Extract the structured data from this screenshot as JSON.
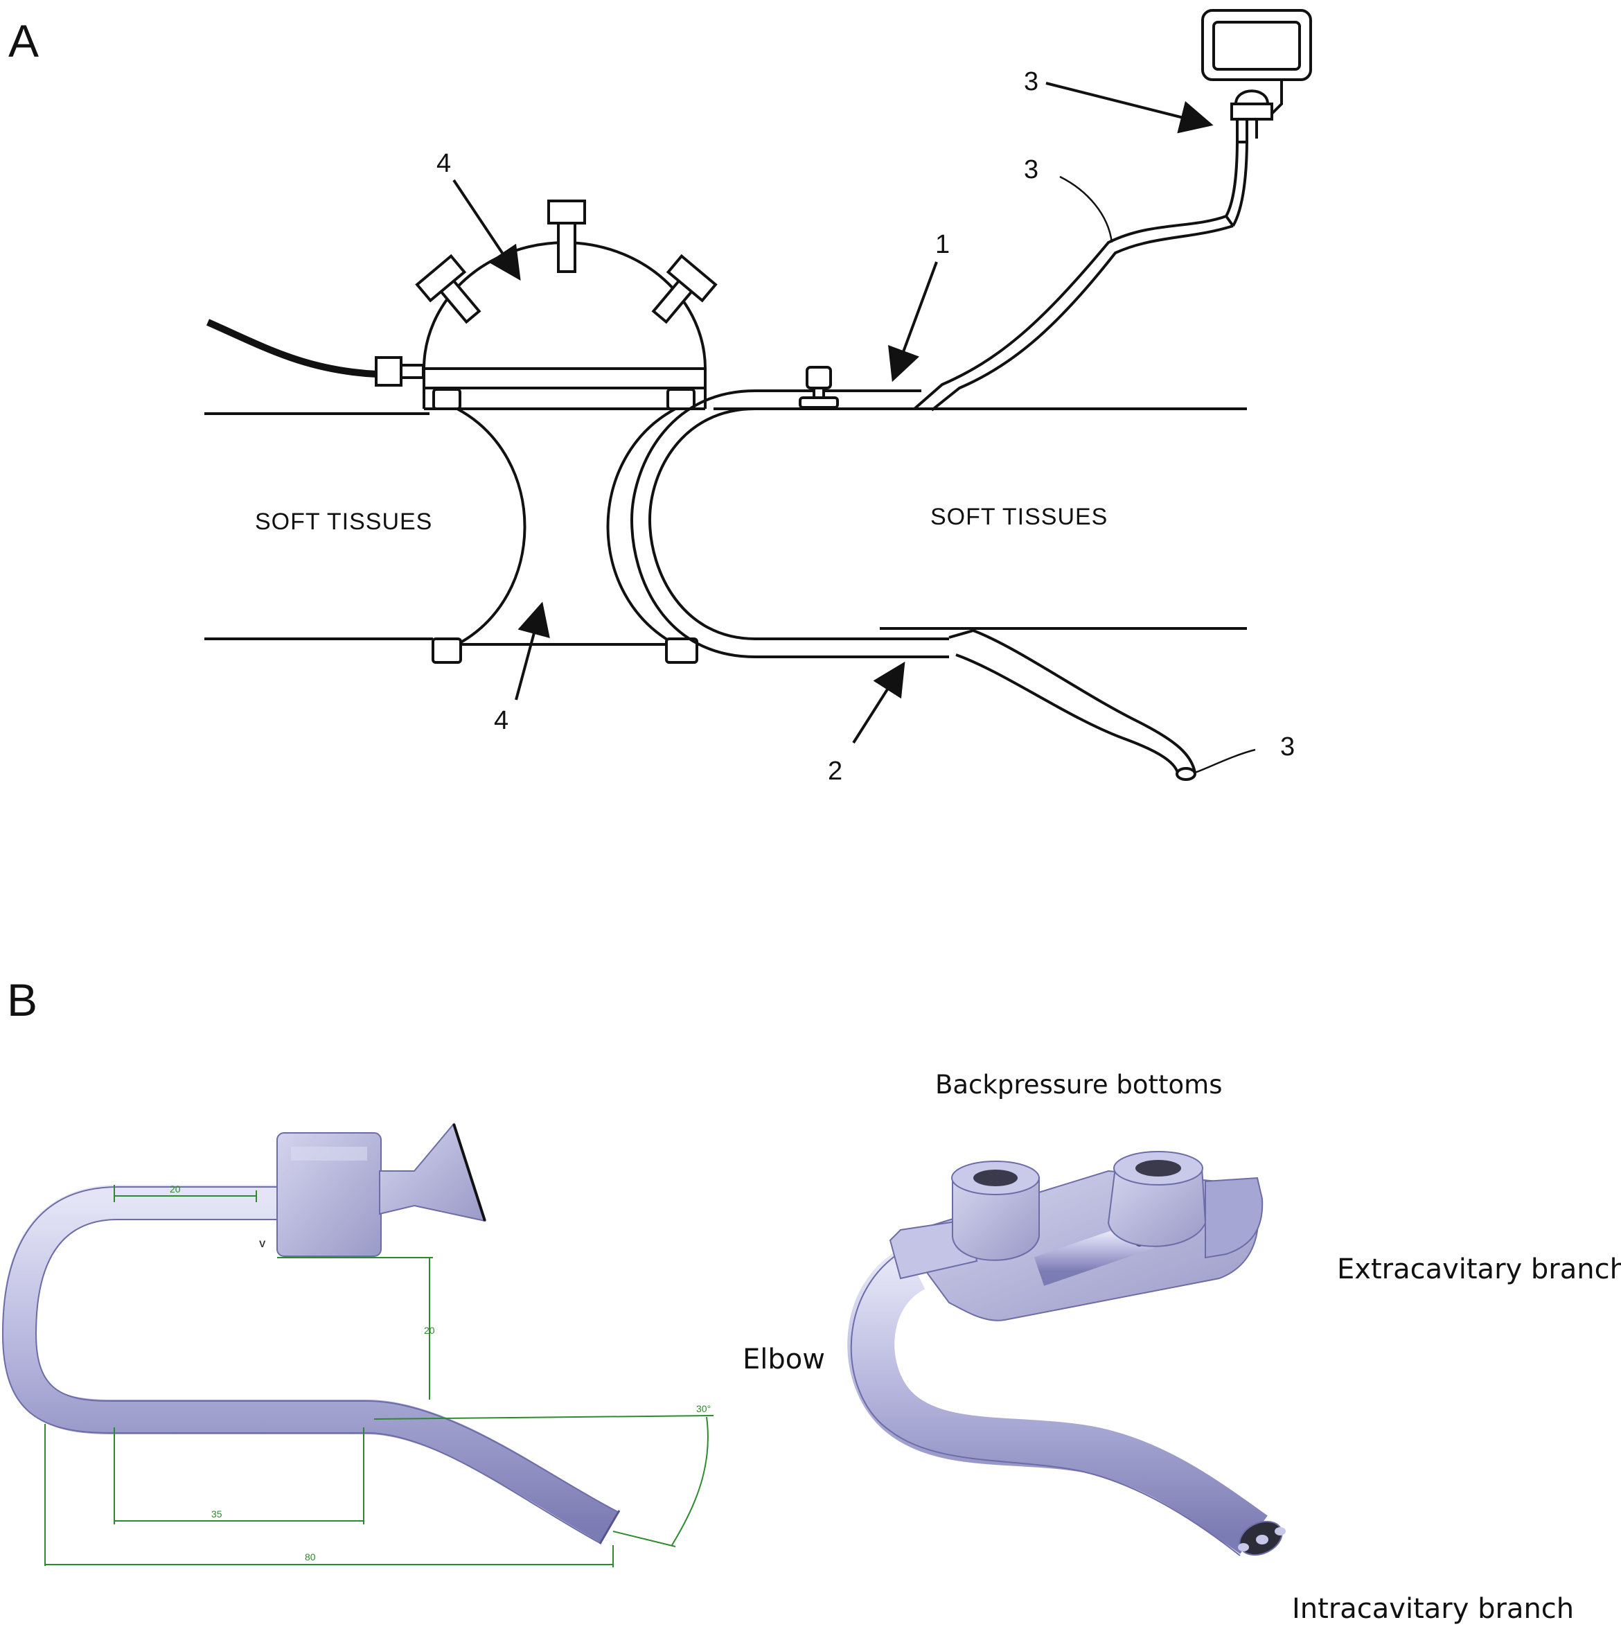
{
  "panels": {
    "a": "A",
    "b": "B"
  },
  "diagram_a": {
    "soft_tissues_left": "SOFT TISSUES",
    "soft_tissues_right": "SOFT TISSUES",
    "callouts": {
      "pump_arrow": "3",
      "tube_upper": "3",
      "tube_lower": "3",
      "part1": "1",
      "part2": "2",
      "port_top": "4",
      "port_bottom": "4"
    }
  },
  "diagram_b": {
    "dimensions": {
      "d20_top": "20",
      "d20_side": "20",
      "d35": "35",
      "d80": "80",
      "angle": "30°",
      "mark": "V"
    },
    "labels": {
      "backpressure": "Backpressure bottoms",
      "extracavitary": "Extracavitary branch",
      "elbow": "Elbow",
      "intracavitary": "Intracavitary branch"
    }
  },
  "colors": {
    "line": "#111111",
    "device": "#b7b7de",
    "device_dark": "#8e8ec2",
    "dimension": "#2d8a2d"
  }
}
